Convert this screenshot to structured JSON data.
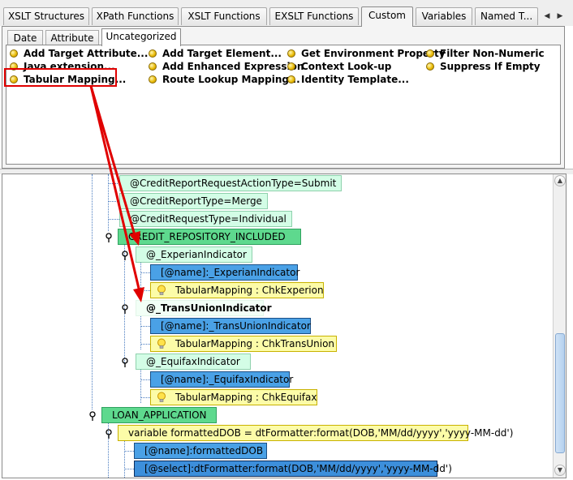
{
  "main_tabs": [
    {
      "label": "XSLT Structures",
      "active": false
    },
    {
      "label": "XPath Functions",
      "active": false
    },
    {
      "label": "XSLT Functions",
      "active": false
    },
    {
      "label": "EXSLT Functions",
      "active": false
    },
    {
      "label": "Custom",
      "active": true
    },
    {
      "label": "Variables",
      "active": false
    },
    {
      "label": "Named T...",
      "active": false
    }
  ],
  "sub_tabs": [
    {
      "label": "Date",
      "active": false
    },
    {
      "label": "Attribute",
      "active": false
    },
    {
      "label": "Uncategorized",
      "active": true
    }
  ],
  "functions": [
    {
      "label": "Add Target Attribute..."
    },
    {
      "label": "Java extension..."
    },
    {
      "label": "Tabular Mapping..."
    },
    {
      "label": "Add Target Element..."
    },
    {
      "label": "Add Enhanced Expression"
    },
    {
      "label": "Route Lookup Mapping..."
    },
    {
      "label": "Get Environment Property"
    },
    {
      "label": "Context Look-up"
    },
    {
      "label": "Identity Template..."
    },
    {
      "label": "Filter Non-Numeric"
    },
    {
      "label": "Suppress If Empty"
    }
  ],
  "highlight_color": "#e00000",
  "tree": {
    "nodes": [
      {
        "text": "@CreditReportRequestActionType=Submit",
        "kind": "attr"
      },
      {
        "text": "@CreditReportType=Merge",
        "kind": "attr"
      },
      {
        "text": "@CreditRequestType=Individual",
        "kind": "attr"
      },
      {
        "text": "CREDIT_REPOSITORY_INCLUDED",
        "kind": "element"
      },
      {
        "text": "@_ExperianIndicator",
        "kind": "attr"
      },
      {
        "text": "[@name]:_ExperianIndicator",
        "kind": "name"
      },
      {
        "text": "TabularMapping : ChkExperion",
        "kind": "mapping"
      },
      {
        "text": "@_TransUnionIndicator",
        "kind": "attr-selected"
      },
      {
        "text": "[@name]:_TransUnionIndicator",
        "kind": "name"
      },
      {
        "text": "TabularMapping : ChkTransUnion",
        "kind": "mapping"
      },
      {
        "text": "@_EquifaxIndicator",
        "kind": "attr"
      },
      {
        "text": "[@name]:_EquifaxIndicator",
        "kind": "name"
      },
      {
        "text": "TabularMapping : ChkEquifax",
        "kind": "mapping"
      },
      {
        "text": "LOAN_APPLICATION",
        "kind": "element"
      },
      {
        "text": "variable formattedDOB = dtFormatter:format(DOB,'MM/dd/yyyy','yyyy-MM-dd')",
        "kind": "variable"
      },
      {
        "text": "[@name]:formattedDOB",
        "kind": "name"
      },
      {
        "text": "[@select]:dtFormatter:format(DOB,'MM/dd/yyyy','yyyy-MM-dd')",
        "kind": "select"
      }
    ]
  }
}
